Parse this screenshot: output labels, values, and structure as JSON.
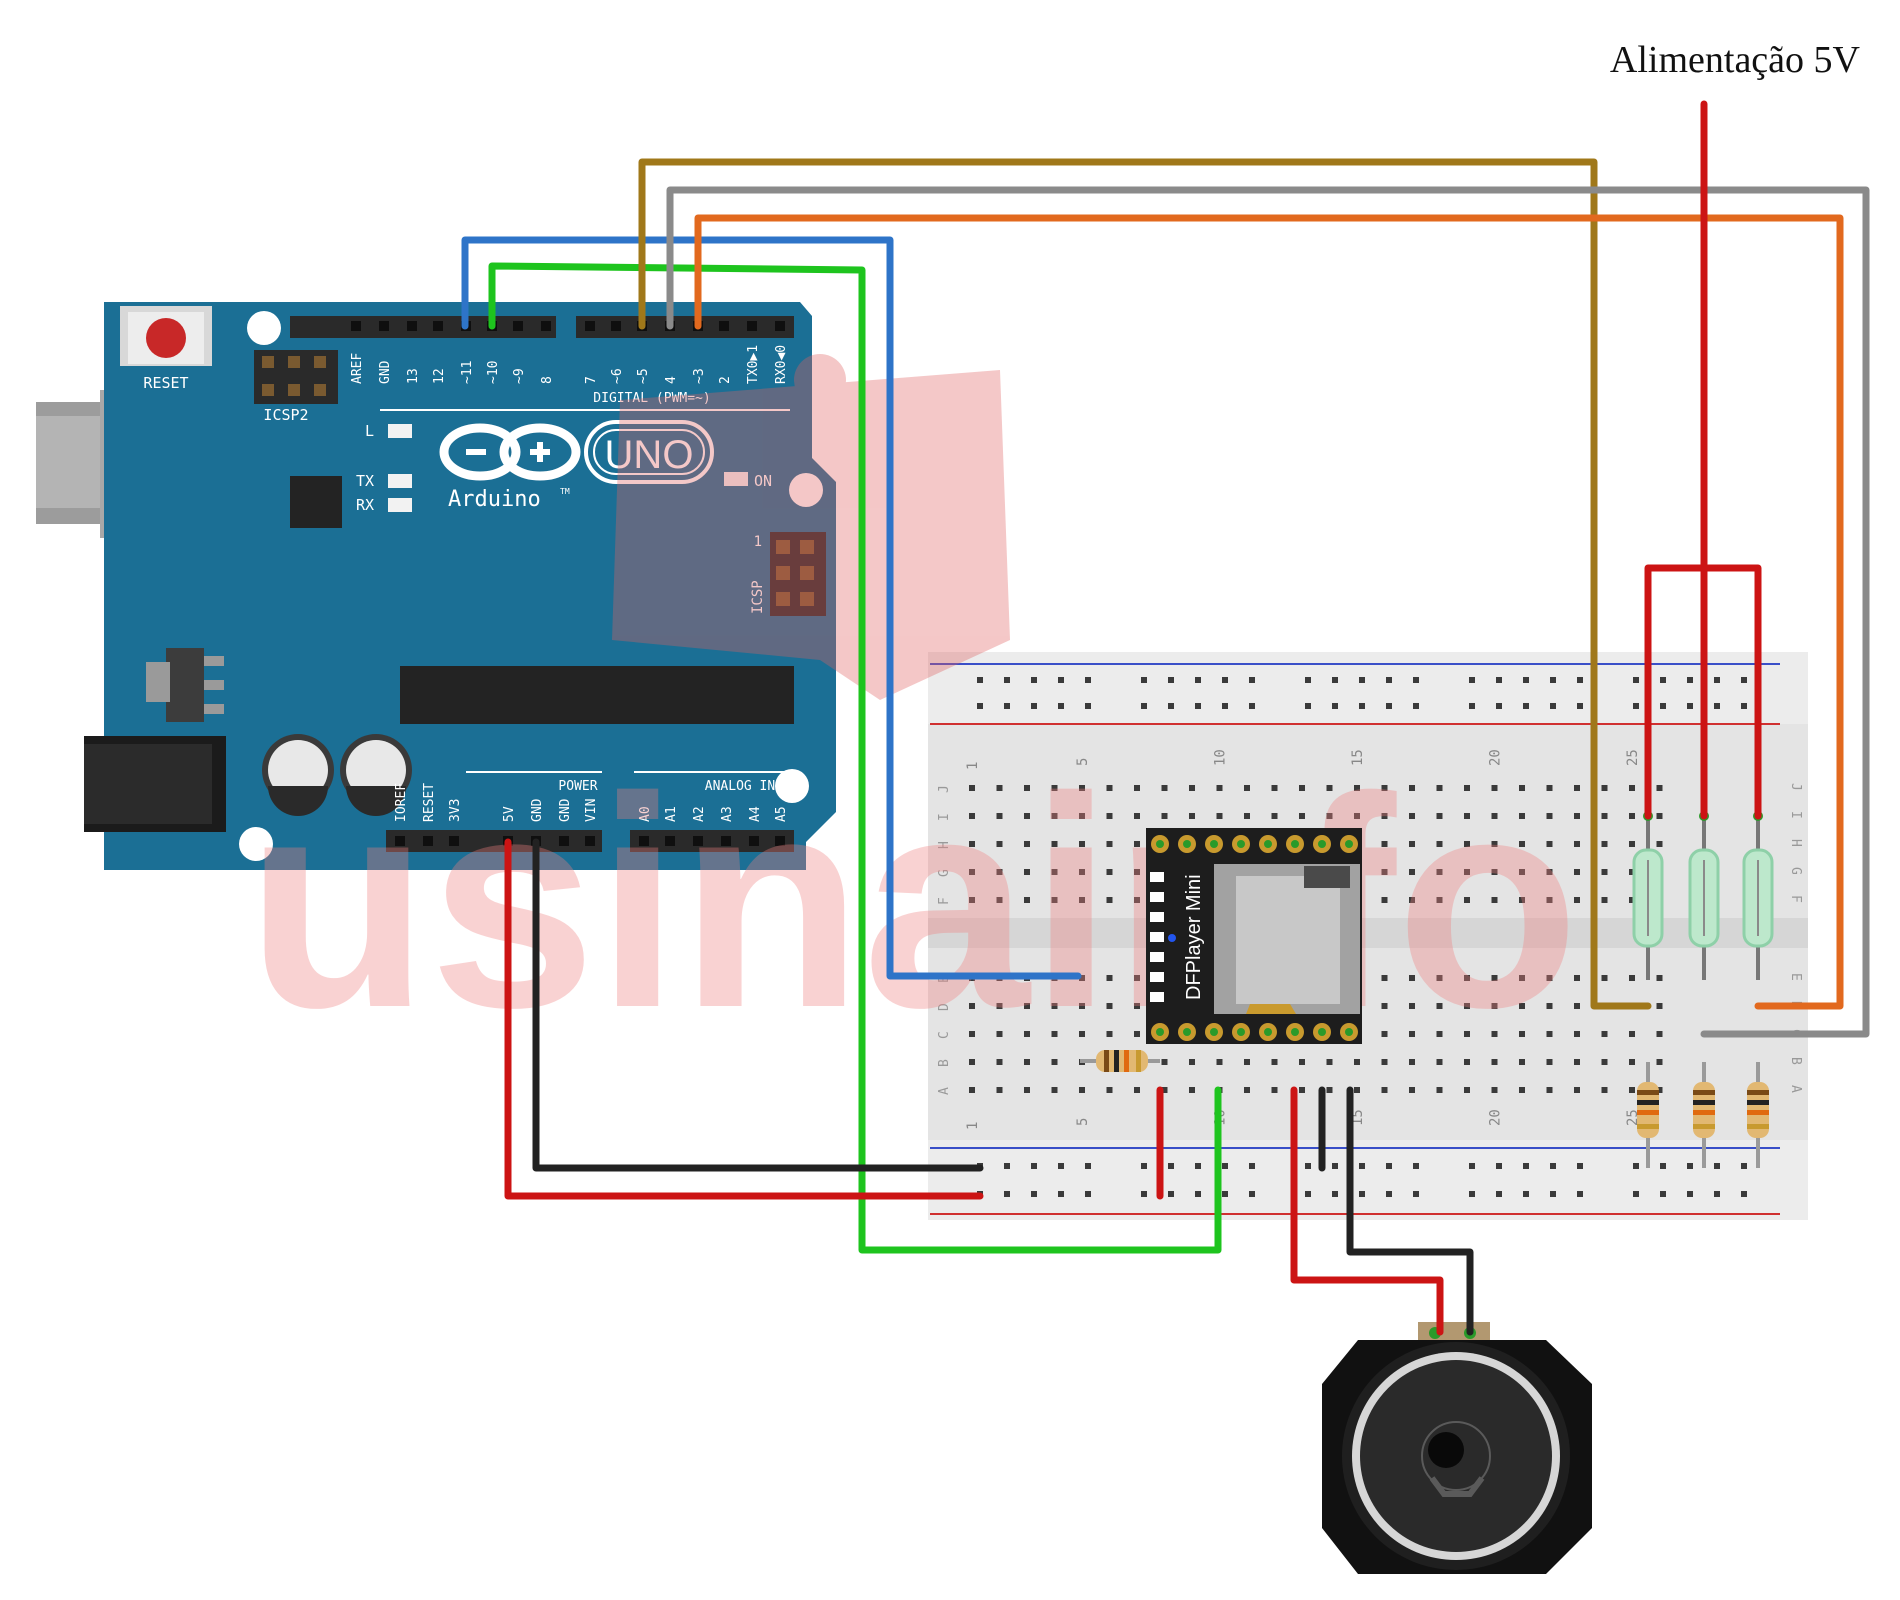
{
  "power_label": "Alimentação 5V",
  "arduino": {
    "reset_label": "RESET",
    "icsp2_label": "ICSP2",
    "icsp_label": "ICSP",
    "icsp_pin1": "1",
    "digital_label": "DIGITAL (PWM=~)",
    "digital_pins": [
      "AREF",
      "GND",
      "13",
      "12",
      "~11",
      "~10",
      "~9",
      "8",
      "7",
      "~6",
      "~5",
      "4",
      "~3",
      "2",
      "TX0▶1",
      "RX0◀0"
    ],
    "power_header_label": "POWER",
    "analog_label": "ANALOG IN",
    "power_pins": [
      "IOREF",
      "RESET",
      "3V3",
      "5V",
      "GND",
      "GND",
      "VIN"
    ],
    "analog_pins": [
      "A0",
      "A1",
      "A2",
      "A3",
      "A4",
      "A5"
    ],
    "led_l": "L",
    "led_tx": "TX",
    "led_rx": "RX",
    "led_on": "ON",
    "logo_text": "Arduino",
    "logo_tm": "TM",
    "uno_text": "UNO"
  },
  "breadboard": {
    "col_numbers_top": [
      "1",
      "5",
      "10",
      "15",
      "20",
      "25"
    ],
    "col_numbers_bottom": [
      "1",
      "5",
      "10",
      "15",
      "20",
      "25"
    ],
    "rows_left": [
      "J",
      "I",
      "H",
      "G",
      "F",
      "E",
      "D",
      "C",
      "B",
      "A"
    ],
    "rows_right": [
      "J",
      "I",
      "H",
      "G",
      "F",
      "E",
      "D",
      "C",
      "B",
      "A"
    ]
  },
  "module": {
    "label": "DFPlayer Mini"
  },
  "watermark": {
    "text": "usinainfo",
    "registered": "®"
  },
  "wire_colors": {
    "blue": "#2e74c8",
    "green": "#1ec41e",
    "brown": "#a0781a",
    "gray": "#8a8a8a",
    "orange": "#e2691e",
    "red": "#cc1414",
    "black": "#222222"
  }
}
